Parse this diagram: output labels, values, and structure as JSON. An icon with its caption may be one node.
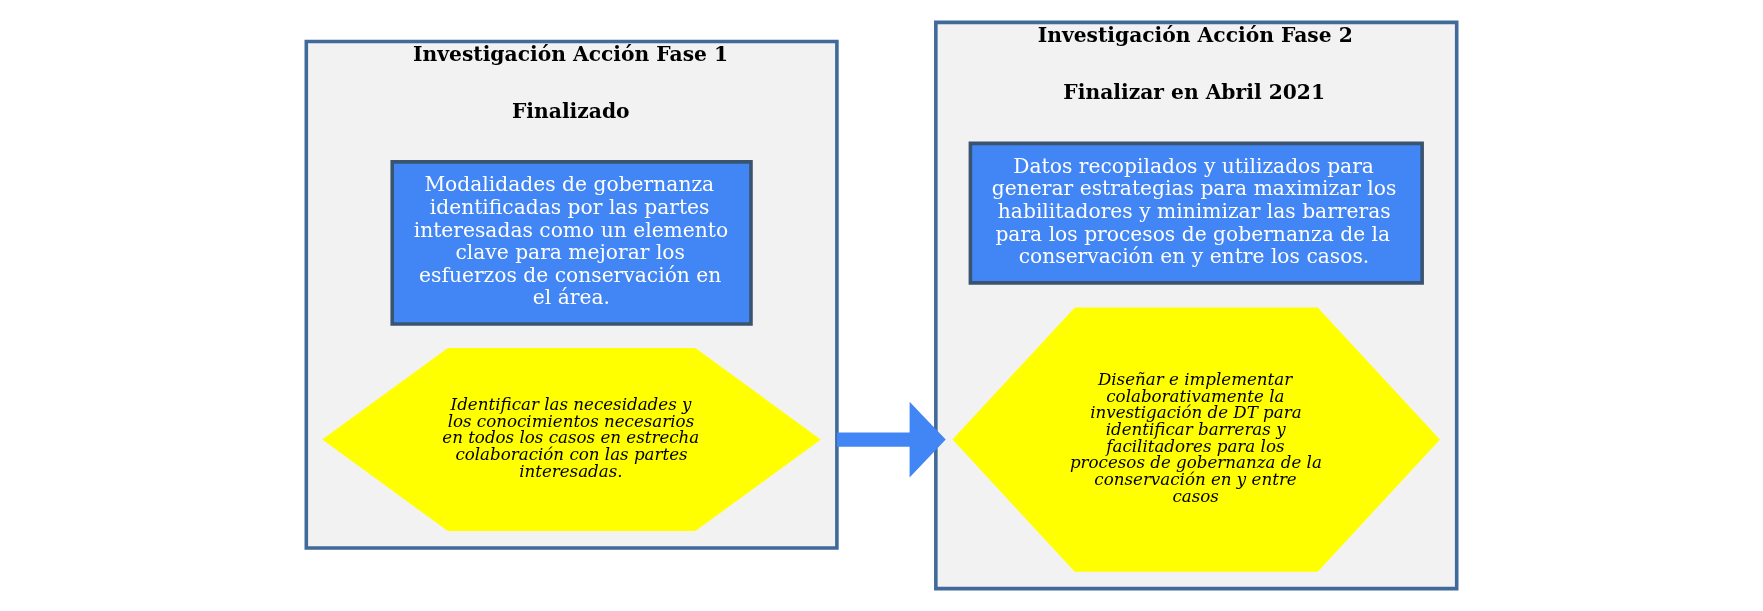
{
  "diagram": {
    "nodes": [
      {
        "text": [
          "Investigación Acción Fase 1",
          "Finalizado"
        ]
      },
      {
        "text": [
          "Identificar las necesidades y los conocimientos necesarios en todos los casos en estrecha colaboración con las partes interesadas."
        ],
        "in": 0
      },
      {
        "text": [
          "Modalidades de gobernanza identificadas por las partes interesadas como un elemento clave para mejorar los esfuerzos de conservación en el área."
        ],
        "in": 0
      },
      {
        "text": [
          "Investigación Acción Fase 2",
          "Finalizar en Abril 2021"
        ]
      },
      {
        "text": [
          "Diseñar e implementar colaborativamente la investigación de DT para identificar barreras y facilitadores para los procesos de gobernanza de la conservación en y entre casos"
        ],
        "in": 3
      },
      {
        "text": [
          "Datos recopilados y utilizados para generar estrategias para maximizar los habilitadores y minimizar las barreras para los procesos de gobernanza de la conservación en y entre los casos."
        ],
        "in": 3
      }
    ],
    "edges": [
      {
        "from": 0,
        "to": 3,
        "arrow": "to"
      }
    ]
  }
}
